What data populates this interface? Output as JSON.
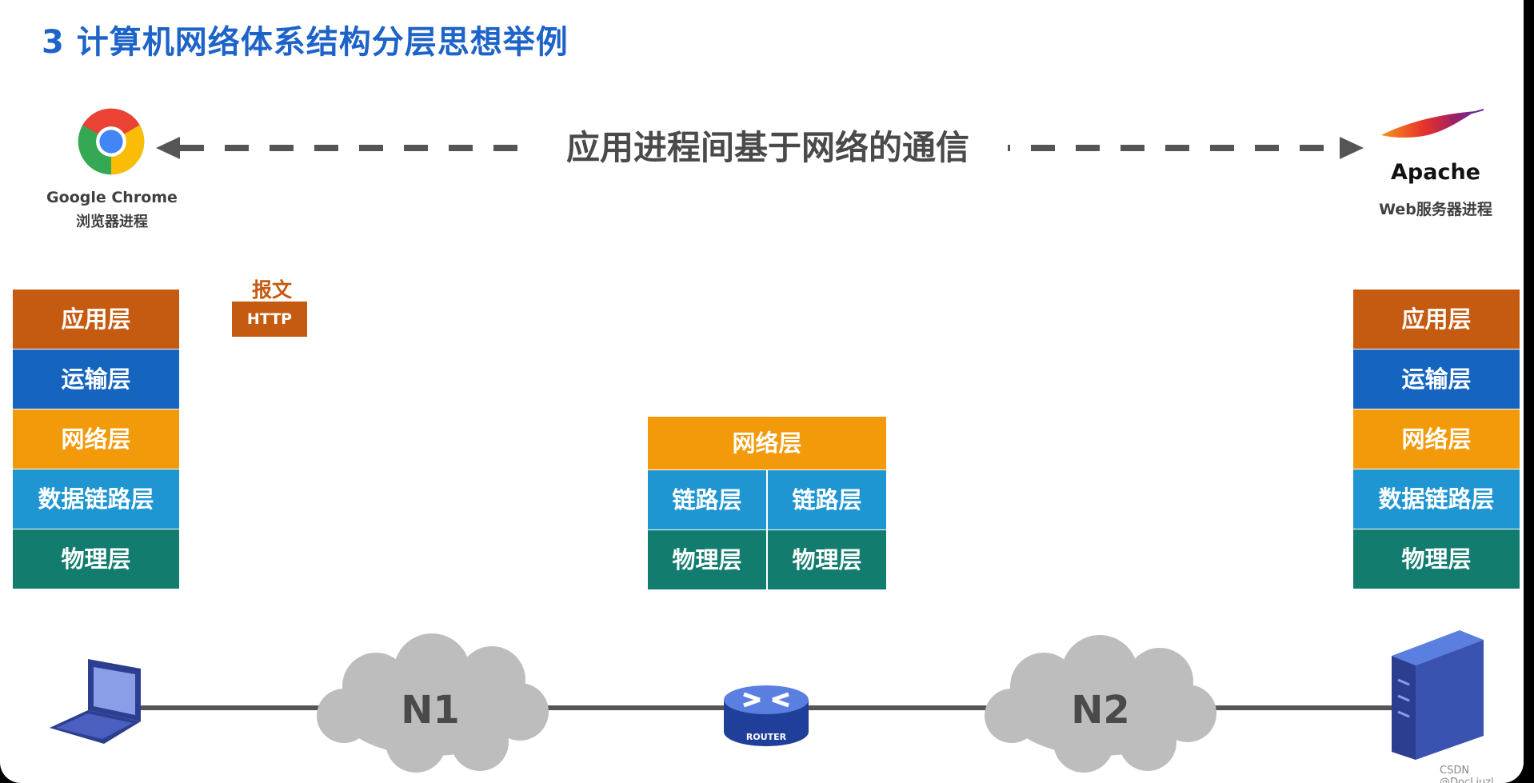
{
  "title": "3 计算机网络体系结构分层思想举例",
  "client": {
    "name": "Google Chrome",
    "role": "浏览器进程"
  },
  "server": {
    "name": "Apache",
    "role": "Web服务器进程"
  },
  "communication": "应用进程间基于网络的通信",
  "message": {
    "title": "报文",
    "protocol": "HTTP"
  },
  "host_stack": [
    "应用层",
    "运输层",
    "网络层",
    "数据链路层",
    "物理层"
  ],
  "router_stack": {
    "network": "网络层",
    "link": [
      "链路层",
      "链路层"
    ],
    "physical": [
      "物理层",
      "物理层"
    ]
  },
  "network": {
    "n1": "N1",
    "n2": "N2",
    "router_label": "ROUTER"
  },
  "watermark": "CSDN @DocLiuzl",
  "colors": {
    "title": "#1d63c8",
    "application": "#c55a11",
    "transport": "#1565c0",
    "network": "#f39a0b",
    "datalink": "#1f96d1",
    "physical": "#127c6e"
  }
}
